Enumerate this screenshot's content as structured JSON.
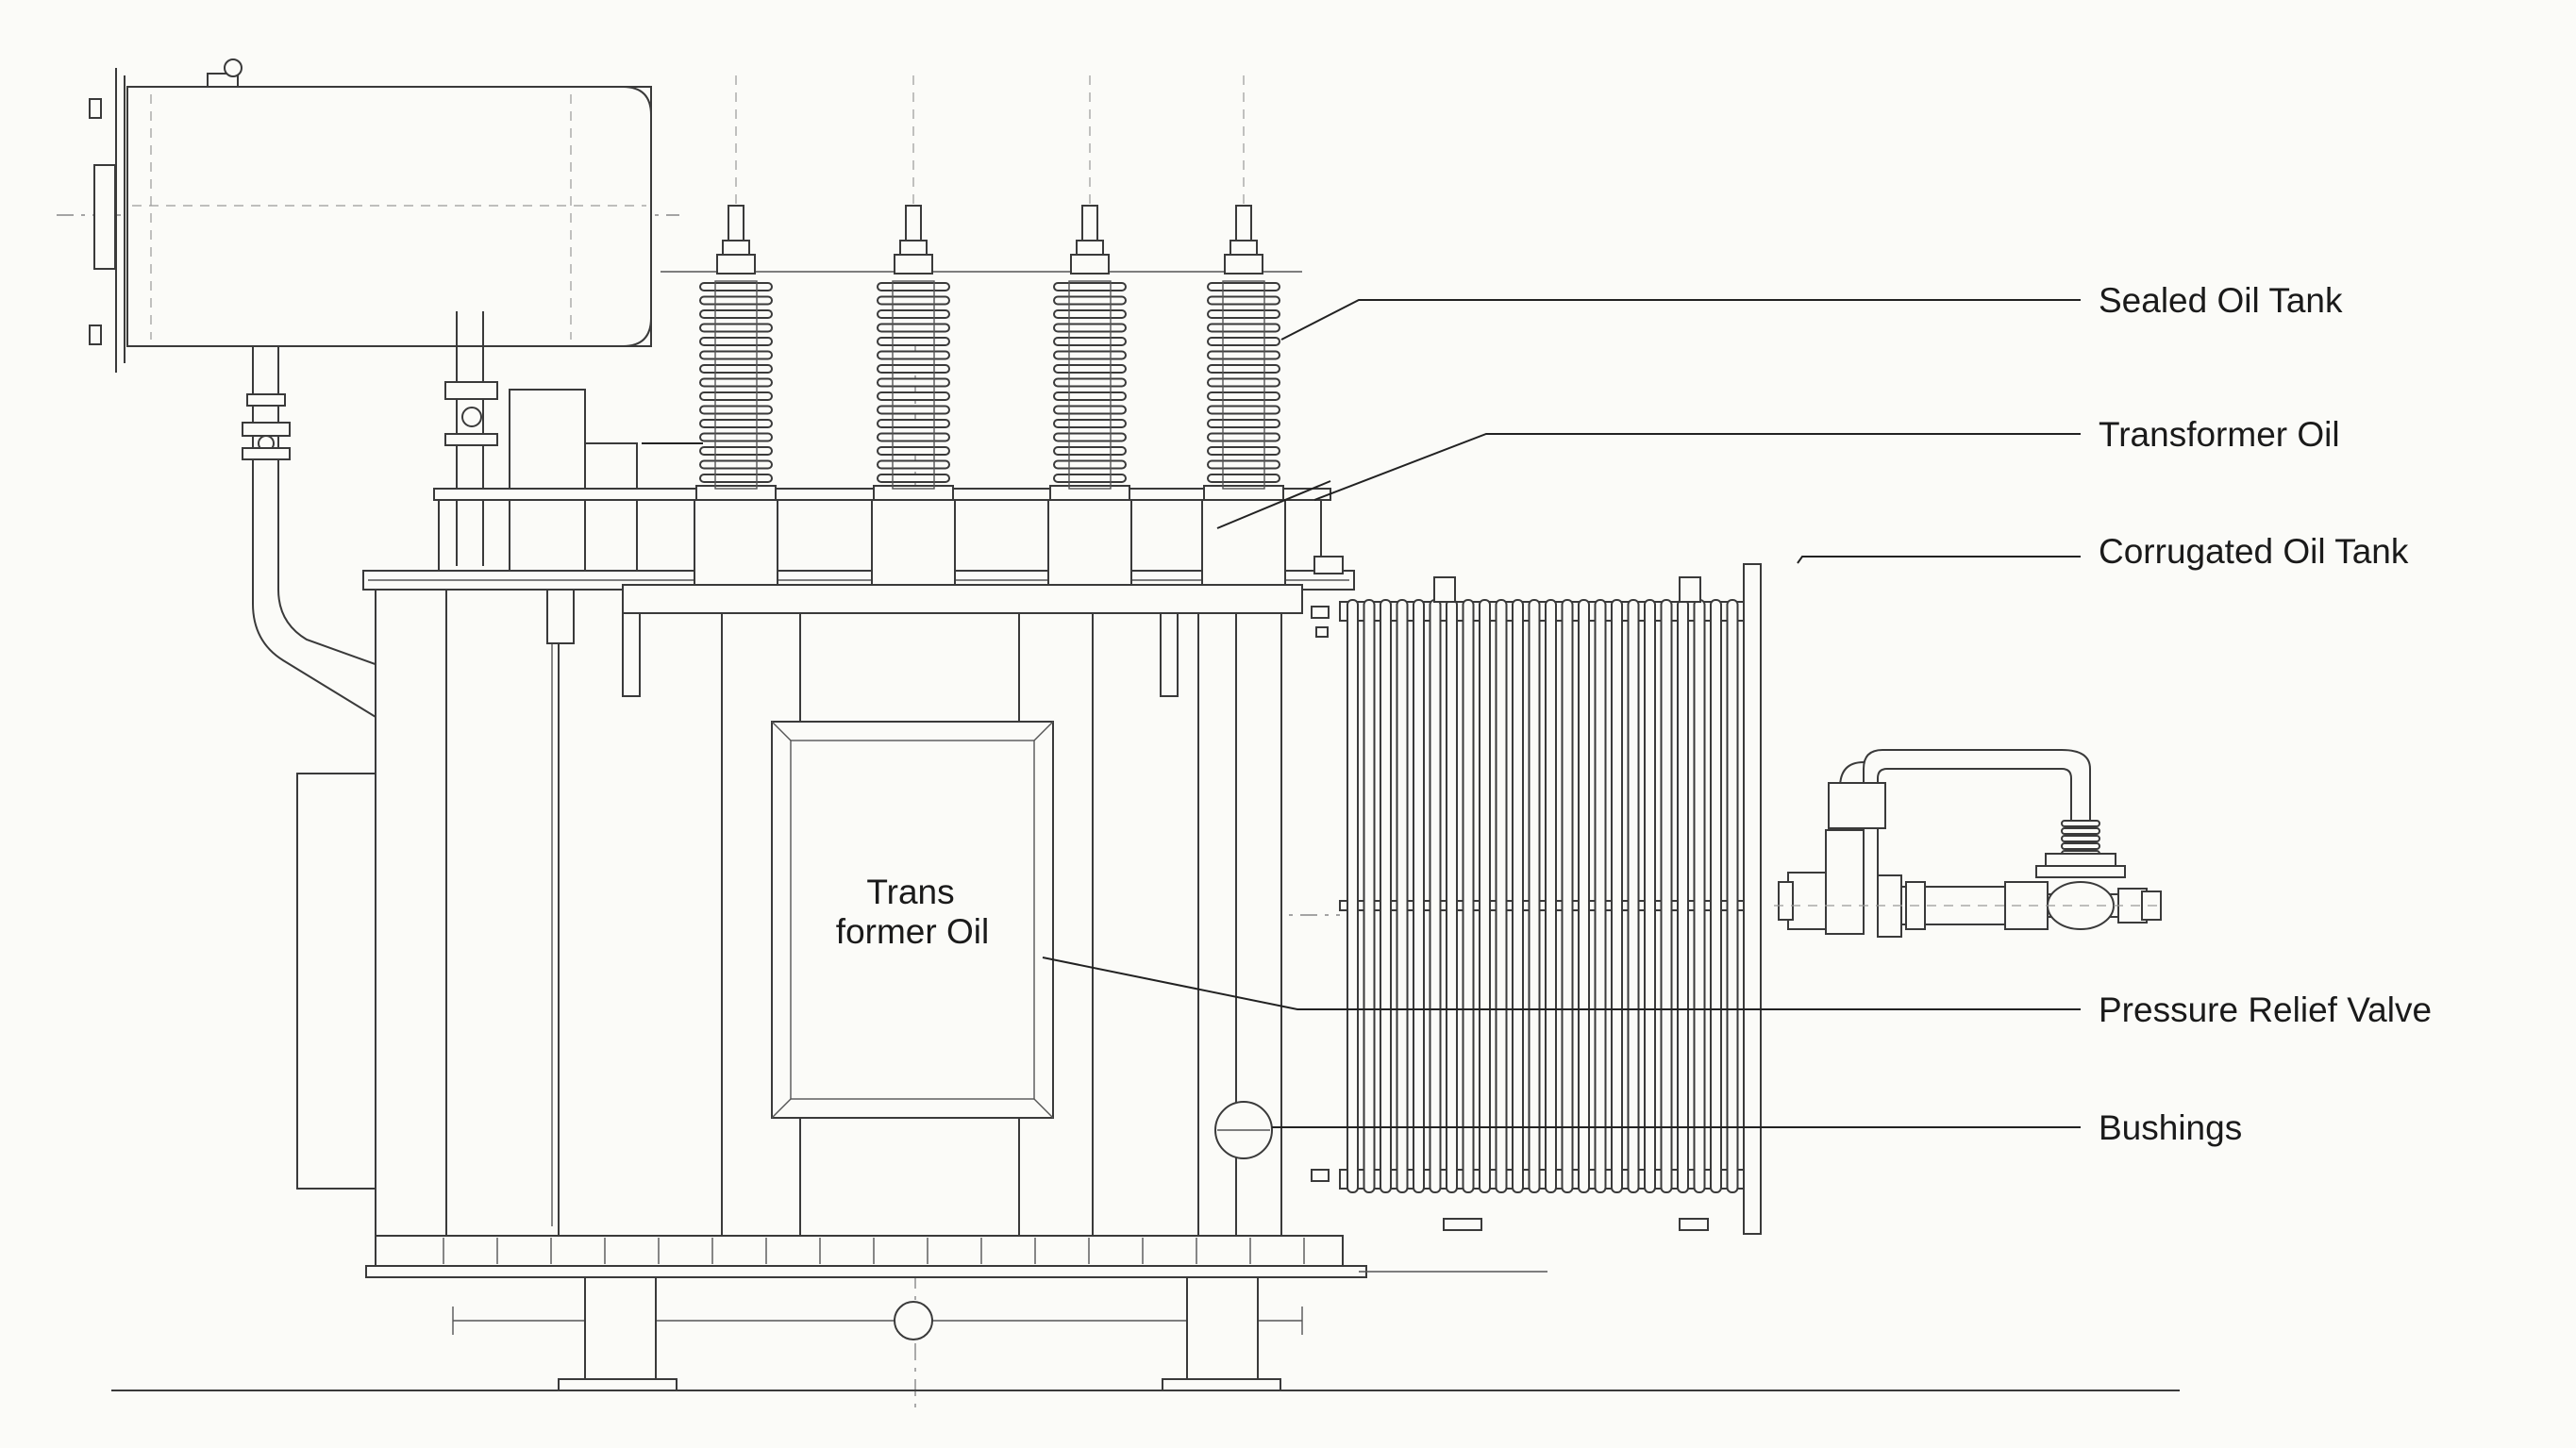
{
  "diagram": {
    "callouts": [
      {
        "id": "sealed-oil-tank",
        "text": "Sealed Oil Tank"
      },
      {
        "id": "transformer-oil",
        "text": "Transformer Oil"
      },
      {
        "id": "corrugated-oil-tank",
        "text": "Corrugated Oil Tank"
      },
      {
        "id": "pressure-relief-valve",
        "text": "Pressure Relief Valve"
      },
      {
        "id": "bushings",
        "text": "Bushings"
      }
    ],
    "inner_label": {
      "line1": "Trans",
      "line2": "former Oil"
    }
  }
}
